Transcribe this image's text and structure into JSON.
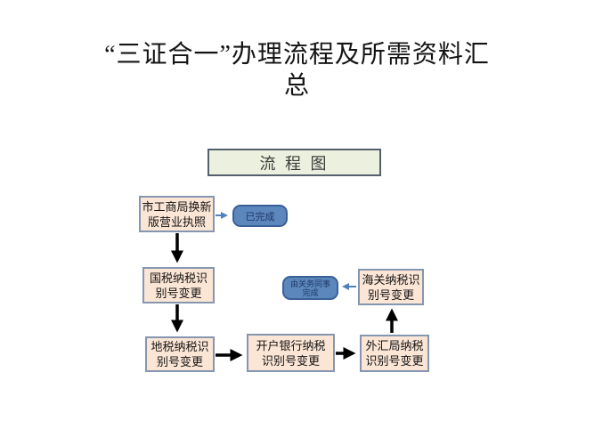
{
  "page": {
    "title_line1": "“三证合一”办理流程及所需资料汇",
    "title_line2": "总",
    "section_header": "流 程 图"
  },
  "flowchart": {
    "nodes": [
      {
        "id": "gongshang",
        "line1": "市工商局换新",
        "line2": "版营业执照"
      },
      {
        "id": "guoshui",
        "line1": "国税纳税识",
        "line2": "别号变更"
      },
      {
        "id": "dishui",
        "line1": "地税纳税识",
        "line2": "别号变更"
      },
      {
        "id": "kaihu",
        "line1": "开户银行纳税",
        "line2": "识别号变更"
      },
      {
        "id": "waihui",
        "line1": "外汇局纳税",
        "line2": "识别号变更"
      },
      {
        "id": "haiguan",
        "line1": "海关纳税识",
        "line2": "别号变更"
      }
    ],
    "status_notes": [
      {
        "id": "done",
        "line1": "已完成",
        "line2": ""
      },
      {
        "id": "customs",
        "line1": "由关务同事",
        "line2": "完成"
      }
    ],
    "edges": [
      {
        "from": "gongshang",
        "to": "guoshui",
        "style": "black"
      },
      {
        "from": "guoshui",
        "to": "dishui",
        "style": "black"
      },
      {
        "from": "dishui",
        "to": "kaihu",
        "style": "black"
      },
      {
        "from": "kaihu",
        "to": "waihui",
        "style": "black"
      },
      {
        "from": "waihui",
        "to": "haiguan",
        "style": "black"
      },
      {
        "from": "gongshang",
        "to": "done",
        "style": "blue"
      },
      {
        "from": "haiguan",
        "to": "customs",
        "style": "blue"
      }
    ],
    "colors": {
      "node_fill": "#fbe5d5",
      "node_border": "#8496b0",
      "header_fill": "#ebf1de",
      "header_border": "#55606e",
      "pill_fill": "#5b87bd",
      "pill_border": "#3a6097",
      "pill_text": "#1f3864",
      "arrow_black": "#000000",
      "arrow_blue": "#4f81bd"
    }
  }
}
